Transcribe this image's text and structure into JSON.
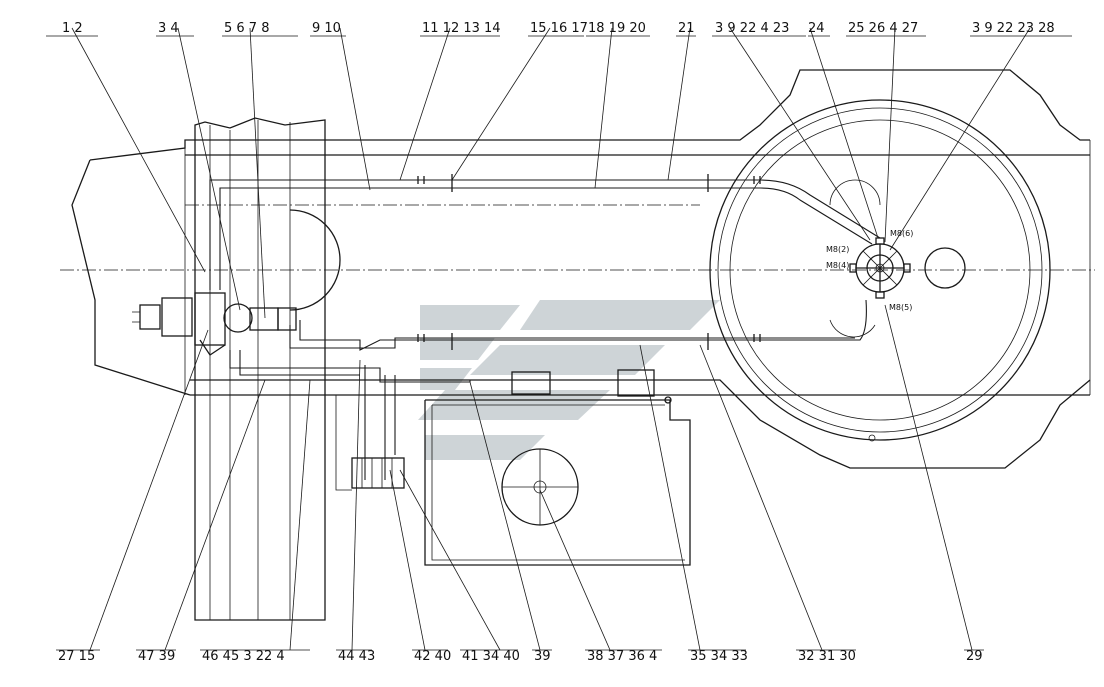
{
  "top_callouts": [
    "1 2",
    "3 4",
    "5 6 7 8",
    "9 10",
    "11 12 13 14",
    "15 16 17",
    "18 19 20",
    "21",
    "3 9 22 4 23",
    "24",
    "25 26 4 27",
    "3 9 22 23 28"
  ],
  "bottom_callouts": [
    "27 15",
    "47 39",
    "46 45 3 22 4",
    "44 43",
    "42 40",
    "41 34 40",
    "39",
    "38 37 36 4",
    "35 34 33",
    "32 31 30",
    "29"
  ],
  "port_labels": [
    "M8(6)",
    "M8(2)",
    "M8(4)",
    "M8(5)"
  ],
  "watermark": {
    "color": "#c6ccd0"
  }
}
